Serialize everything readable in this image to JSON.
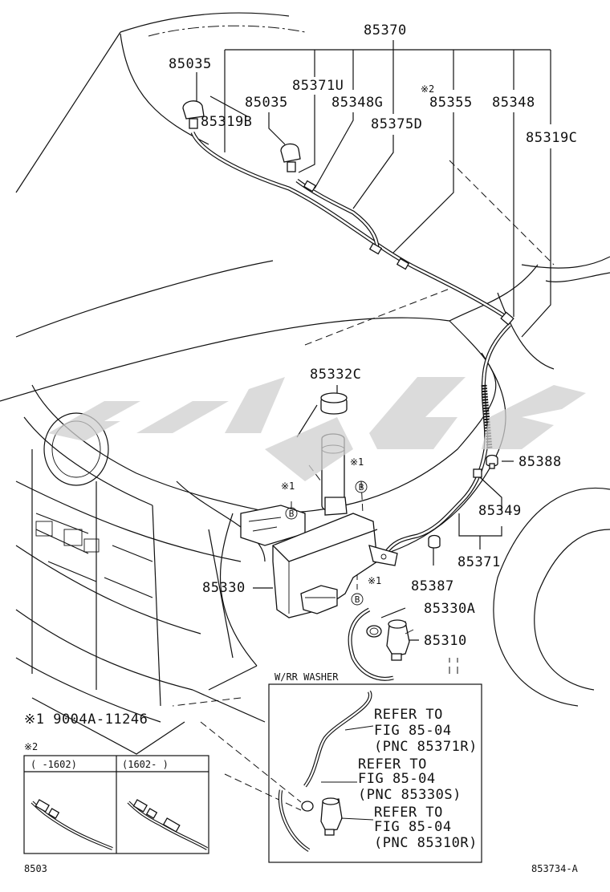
{
  "labels": {
    "p85370": "85370",
    "p85035a": "85035",
    "p85371u": "85371U",
    "p85035b": "85035",
    "p85348g": "85348G",
    "note2_mark": "※2",
    "p85355": "85355",
    "p85348": "85348",
    "p85319b": "85319B",
    "p85375d": "85375D",
    "p85319c": "85319C",
    "p85332c": "85332C",
    "p85388": "85388",
    "p85349": "85349",
    "p85371": "85371",
    "p85387": "85387",
    "p85330": "85330",
    "p85330a": "85330A",
    "p85310": "85310",
    "note1_a": "※1",
    "note1_b": "※1",
    "note1_c": "※1",
    "b_a": "B",
    "b_b": "B",
    "b_c": "B"
  },
  "inset": {
    "title": "W/RR WASHER",
    "refs": [
      {
        "line1": "REFER TO",
        "line2": "FIG 85-04",
        "line3": "(PNC 85371R)"
      },
      {
        "line1": "REFER TO",
        "line2": "FIG 85-04",
        "line3": "(PNC 85330S)"
      },
      {
        "line1": "REFER TO",
        "line2": "FIG 85-04",
        "line3": "(PNC 85310R)"
      }
    ]
  },
  "notes": {
    "note1": "※1 9004A-11246",
    "note2_title": "※2",
    "col1": "(     -1602)",
    "col2": "(1602-     )"
  },
  "footer": {
    "left": "8503",
    "right": "853734-A"
  }
}
